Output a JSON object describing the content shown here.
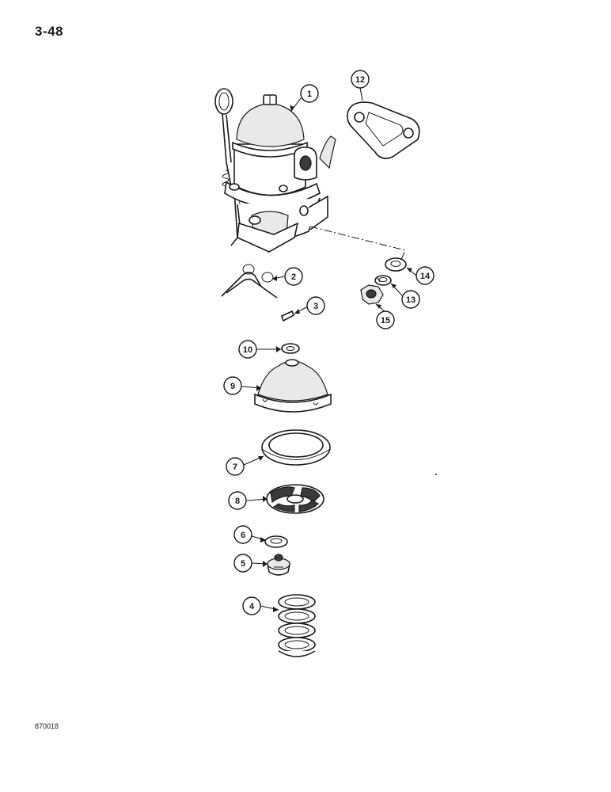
{
  "page": {
    "page_number": "3-48",
    "figure_code": "870018"
  },
  "callouts": [
    {
      "id": "1",
      "label": "1"
    },
    {
      "id": "2",
      "label": "2"
    },
    {
      "id": "3",
      "label": "3"
    },
    {
      "id": "4",
      "label": "4"
    },
    {
      "id": "5",
      "label": "5"
    },
    {
      "id": "6",
      "label": "6"
    },
    {
      "id": "7",
      "label": "7"
    },
    {
      "id": "8",
      "label": "8"
    },
    {
      "id": "9",
      "label": "9"
    },
    {
      "id": "10",
      "label": "10"
    },
    {
      "id": "12",
      "label": "12"
    },
    {
      "id": "13",
      "label": "13"
    },
    {
      "id": "14",
      "label": "14"
    },
    {
      "id": "15",
      "label": "15"
    }
  ],
  "colors": {
    "ink": "#1a1a1a",
    "paper": "#ffffff",
    "shade": "#e9e9e9"
  }
}
